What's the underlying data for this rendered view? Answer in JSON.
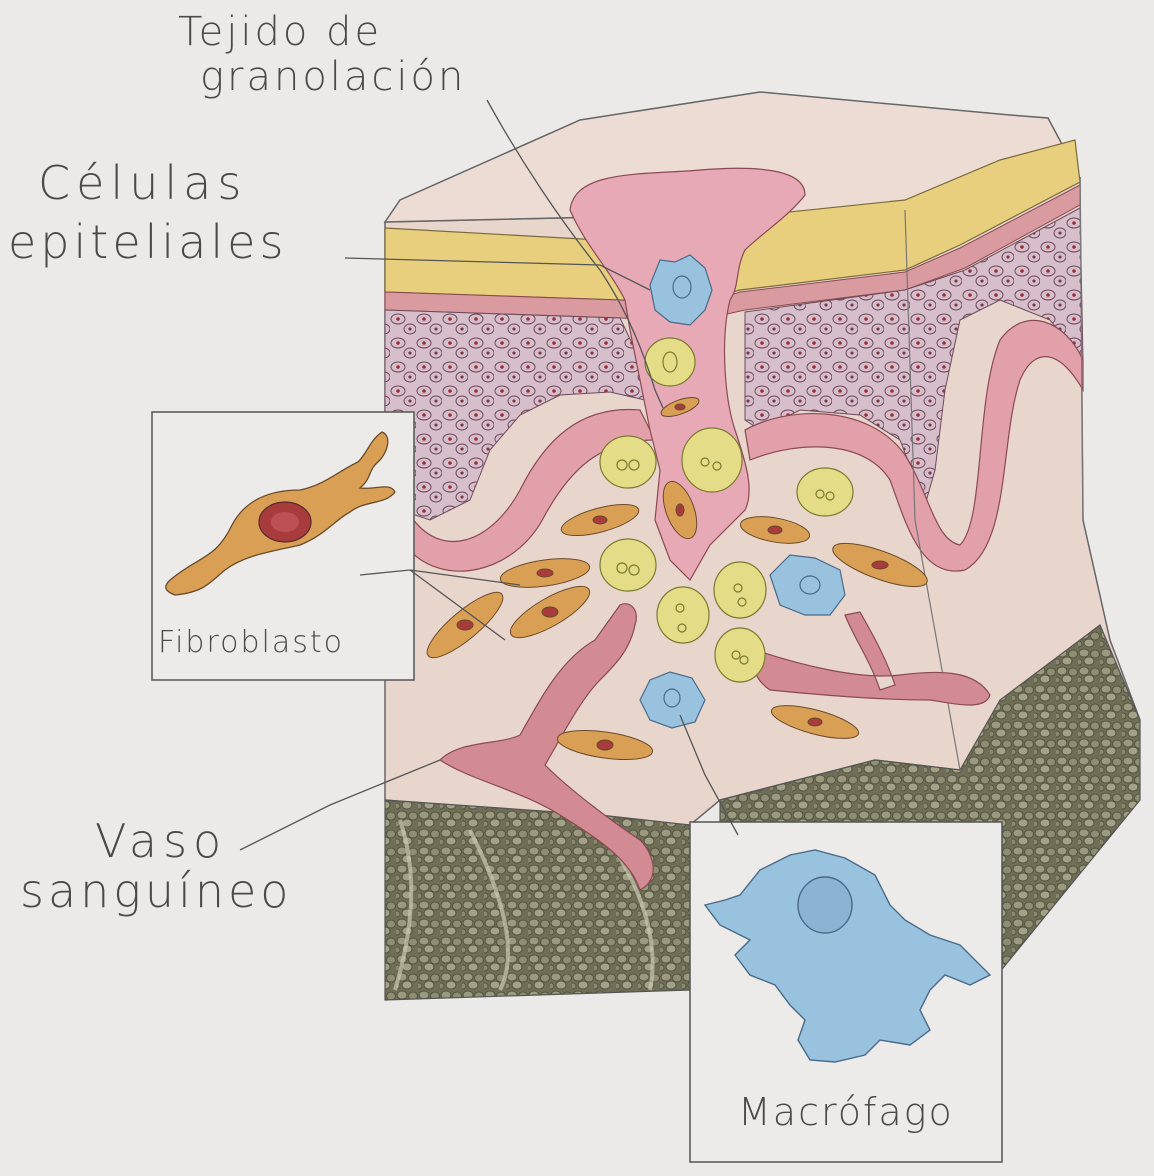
{
  "labels": {
    "tejido_line1": "Tejido de",
    "tejido_line2": "granolación",
    "celulas_line1": "Células",
    "celulas_line2": "epiteliales",
    "fibroblasto": "Fibroblasto",
    "vaso_line1": "Vaso",
    "vaso_line2": "sanguíneo",
    "macrofago": "Macrófago"
  },
  "colors": {
    "paper": "#eceae9",
    "epidermis_yellow": "#e8cf7e",
    "skin_pink": "#d99aa0",
    "dermis_purple": "#cbb1c0",
    "wound_pink": "#e6a9b5",
    "tissue_beige": "#e6d2c8",
    "base_gray": "#7d7c62",
    "fibroblast_orange": "#d9a055",
    "nucleus_red": "#a83b3c",
    "epithelial_cell_yellow": "#e4dc86",
    "macrophage_blue": "#98c2de",
    "pencil": "#555555"
  }
}
